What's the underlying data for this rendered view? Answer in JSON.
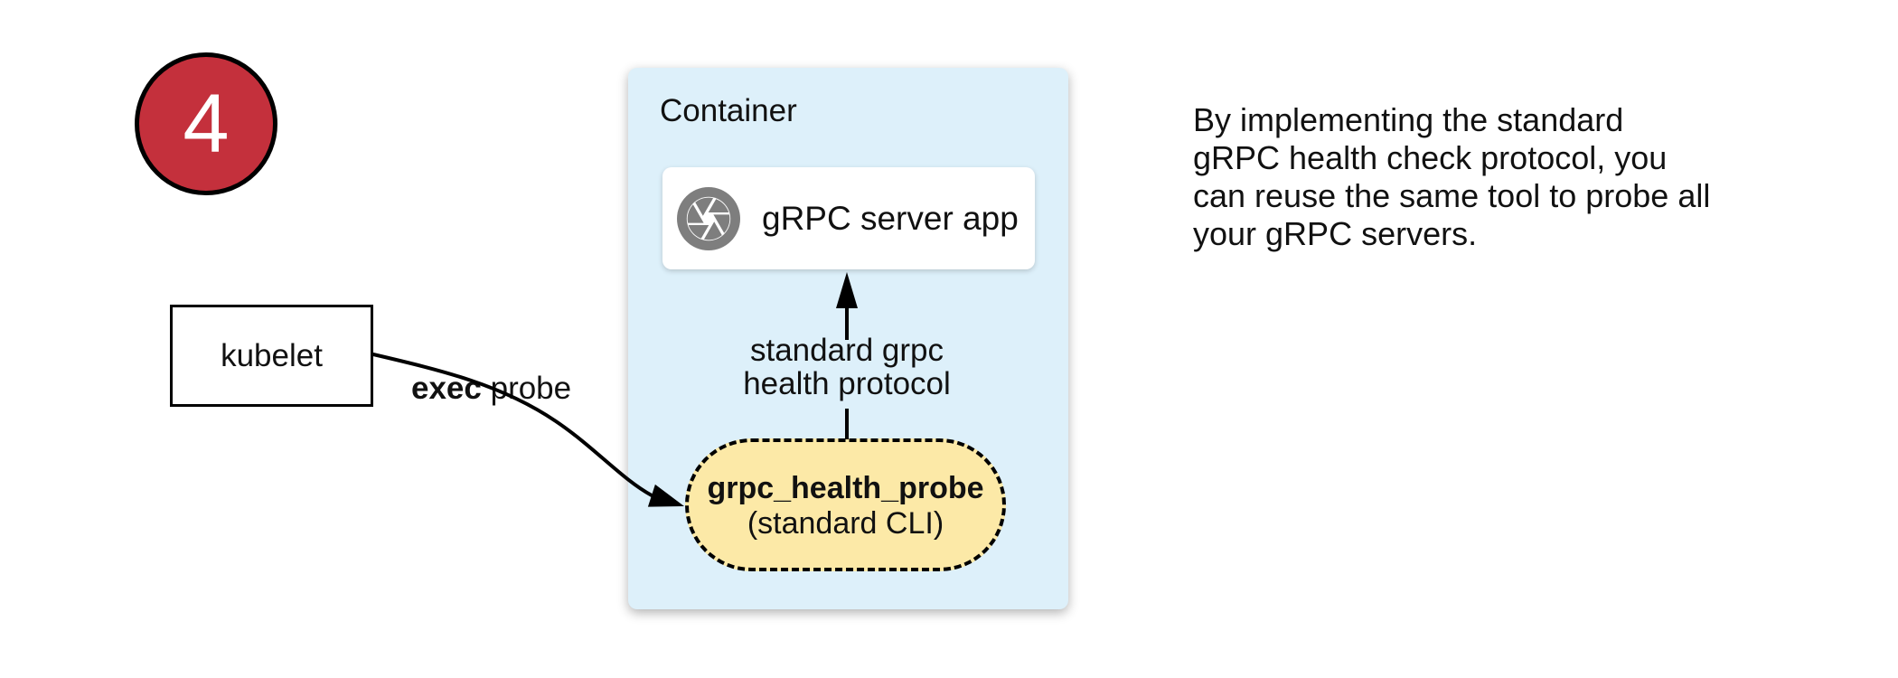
{
  "step": {
    "number": "4"
  },
  "kubelet": {
    "label": "kubelet"
  },
  "probe_arrow": {
    "label_bold": "exec",
    "label_rest": " probe"
  },
  "container": {
    "label": "Container",
    "server": {
      "label": "gRPC server app"
    },
    "protocol_arrow": {
      "label": "standard grpc\nhealth protocol"
    },
    "probe": {
      "title": "grpc_health_probe",
      "subtitle": "(standard CLI)"
    }
  },
  "note": {
    "text": "By implementing the standard\ngRPC health check protocol, you\ncan reuse the same tool to probe all\nyour gRPC servers."
  },
  "colors": {
    "step-bg": "#C4303C",
    "container-bg": "#DDF0FA",
    "probe-bg": "#FCE9A7",
    "icon-gray": "#7E7E7E",
    "ink": "#111111"
  }
}
